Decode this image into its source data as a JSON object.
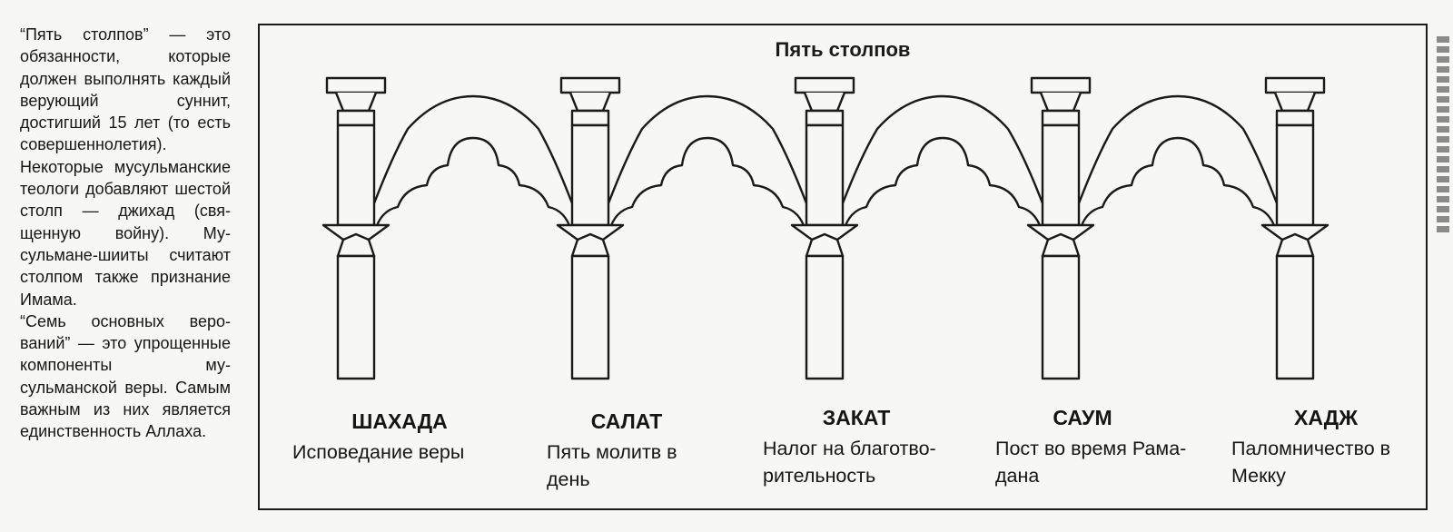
{
  "side_text": {
    "paragraph1": "“Пять столпов” — это обязанности, которые должен выполнять каждый верующий сун­нит, достигший 15 лет (то есть совершенно­летия). Некоторые му­сульманские теологи добавляют шестой столп — джихад (свя­щенную войну). Му­сульмане-шииты счи­тают столпом также признание Имама.",
    "paragraph2": "“Семь основных веро­ваний” — это упрощен­ные компоненты му­сульманской веры. Самым важным из них является единствен­ность Аллаха."
  },
  "diagram": {
    "title": "Пять столпов",
    "pillars": [
      {
        "name": "ШАХАДА",
        "line1": "Исповедание веры",
        "line2": ""
      },
      {
        "name": "САЛАТ",
        "line1": "Пять молитв в",
        "line2": "день"
      },
      {
        "name": "ЗАКАТ",
        "line1": "Налог на благотво-",
        "line2": "рительность"
      },
      {
        "name": "САУМ",
        "line1": "Пост во время Рама-",
        "line2": "дана"
      },
      {
        "name": "ХАДЖ",
        "line1": "Паломничество в",
        "line2": "Мекку"
      }
    ]
  }
}
